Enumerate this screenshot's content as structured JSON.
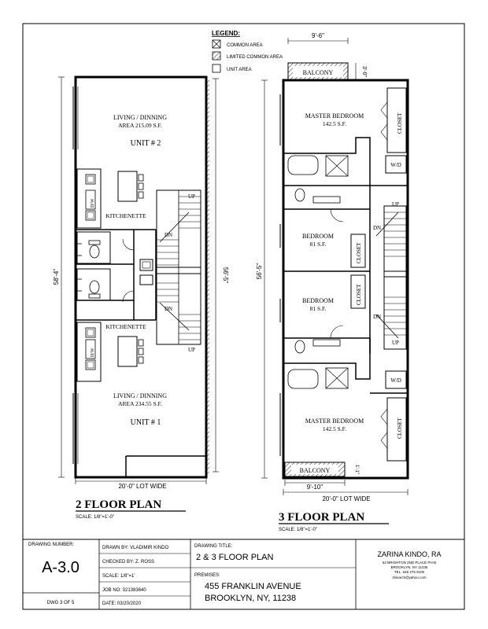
{
  "legend": {
    "title": "LEGEND:",
    "items": [
      {
        "label": "COMMON AREA"
      },
      {
        "label": "LIMITED COMMON AREA"
      },
      {
        "label": "UNIT AREA"
      }
    ]
  },
  "plan2": {
    "title": "2 FLOOR PLAN",
    "scale": "SCALE: 1/8\"=1'-0\"",
    "depth_dim": "58'-4\"",
    "inner_depth_dim": "56'-5\"",
    "width_dim": "20'-0\" LOT WIDE",
    "unit2": {
      "room": "LIVING / DINNING",
      "area": "AREA 215.09 S.F.",
      "unit": "UNIT # 2",
      "kitchen": "KITCHENETTE",
      "dw": "D/W"
    },
    "unit1": {
      "room": "LIVING / DINNING",
      "area": "AREA 234.55 S.F.",
      "unit": "UNIT # 1",
      "kitchen": "KITCHENETTE",
      "dw": "D/W"
    },
    "stair": {
      "up": "UP",
      "dn": "DN"
    }
  },
  "plan3": {
    "title": "3 FLOOR PLAN",
    "scale": "SCALE: 1/8\"=1'-0\"",
    "depth_dim": "56'-5\"",
    "width_dim": "20'-0\" LOT WIDE",
    "balcony_top": "BALCONY",
    "balcony_top_width": "9'-6\"",
    "balcony_top_depth": "3'-0\"",
    "balcony_bottom": "BALCONY",
    "balcony_bottom_width": "9'-10\"",
    "balcony_bottom_depth": "1'-1\"",
    "master_top": {
      "name": "MASTER BEDROOM",
      "area": "142.5 S.F."
    },
    "bedroom_a": {
      "name": "BEDROOM",
      "area": "81 S.F."
    },
    "bedroom_b": {
      "name": "BEDROOM",
      "area": "81 S.F."
    },
    "master_bottom": {
      "name": "MASTER BEDROOM",
      "area": "142.5 S.F."
    },
    "closet": "CLOSET",
    "wd": "W/D",
    "stair": {
      "up": "UP",
      "dn": "DN"
    }
  },
  "title_block": {
    "drawing_number_label": "DRAWING NUMBER:",
    "drawing_number": "A-3.0",
    "sheet": "DWG 3 OF 5",
    "drawn_by": "DRAWN BY: VLADIMIR KINDO",
    "checked_by": "CHECKED BY: Z. ROSS",
    "scale": "SCALE: 1/8\"=1'",
    "job_no": "JOB NO: 321383640",
    "date": "DATE: 03/20/2020",
    "drawing_title_label": "DRAWING TITLE:",
    "drawing_title": "2 & 3 FLOOR PLAN",
    "premises_label": "PREMISES:",
    "address_line1": "455 FRANKLIN AVENUE",
    "address_line2": "BROOKLYN, NY, 11238",
    "firm_name": "ZARINA KINDO, RA",
    "firm_address1": "62 BRIGHTON 2ND PLACE PH-B",
    "firm_address2": "BROOKLYN, NY 11235",
    "firm_phone": "TEL. 646 275 9100",
    "firm_email": "zkinarch@yahoo.com"
  }
}
